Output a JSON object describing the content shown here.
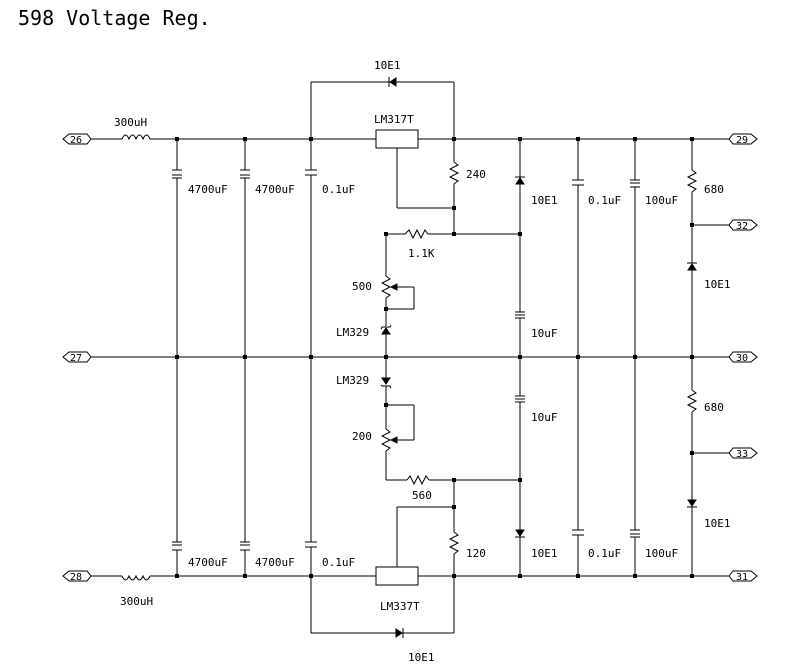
{
  "title": "598 Voltage Reg.",
  "ports": {
    "p26": "26",
    "p27": "27",
    "p28": "28",
    "p29": "29",
    "p30": "30",
    "p31": "31",
    "p32": "32",
    "p33": "33"
  },
  "labels": {
    "diode_top": "10E1",
    "diode_bottom": "10E1",
    "inductor_top": "300uH",
    "inductor_bottom": "300uH",
    "reg_top": "LM317T",
    "reg_bottom": "LM337T",
    "cap_a_top": "4700uF",
    "cap_b_top": "4700uF",
    "cap_c_top": "0.1uF",
    "cap_a_bot": "4700uF",
    "cap_b_bot": "4700uF",
    "cap_c_bot": "0.1uF",
    "r240": "240",
    "r120": "120",
    "r1k1": "1.1K",
    "r560": "560",
    "pot500": "500",
    "pot200": "200",
    "zener_top": "LM329",
    "zener_bottom": "LM329",
    "d_out_top": "10E1",
    "d_out_bot": "10E1",
    "c10u_top": "10uF",
    "c10u_bot": "10uF",
    "c01_out_top": "0.1uF",
    "c01_out_bot": "0.1uF",
    "c100_top": "100uF",
    "c100_bot": "100uF",
    "r680_top": "680",
    "r680_bot": "680",
    "d_right_top": "10E1",
    "d_right_bot": "10E1"
  },
  "colors": {
    "ink": "#000000",
    "background": "#ffffff"
  }
}
